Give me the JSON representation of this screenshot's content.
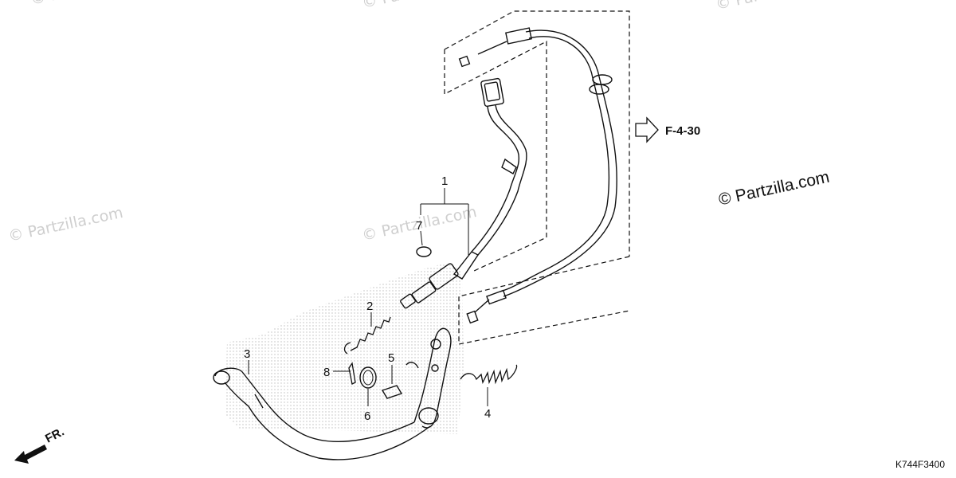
{
  "parts": [
    {
      "number": "1"
    },
    {
      "number": "2"
    },
    {
      "number": "3"
    },
    {
      "number": "4"
    },
    {
      "number": "5"
    },
    {
      "number": "6"
    },
    {
      "number": "7"
    },
    {
      "number": "8"
    }
  ],
  "reference": {
    "label": "F-4-30"
  },
  "direction": {
    "label": "FR."
  },
  "watermark": {
    "text": "© Partzilla.com"
  },
  "diagram_code": "K744F3400",
  "colors": {
    "line": "#111111",
    "stipple": "#bdbdbd",
    "watermark": "#cfcfcf"
  }
}
